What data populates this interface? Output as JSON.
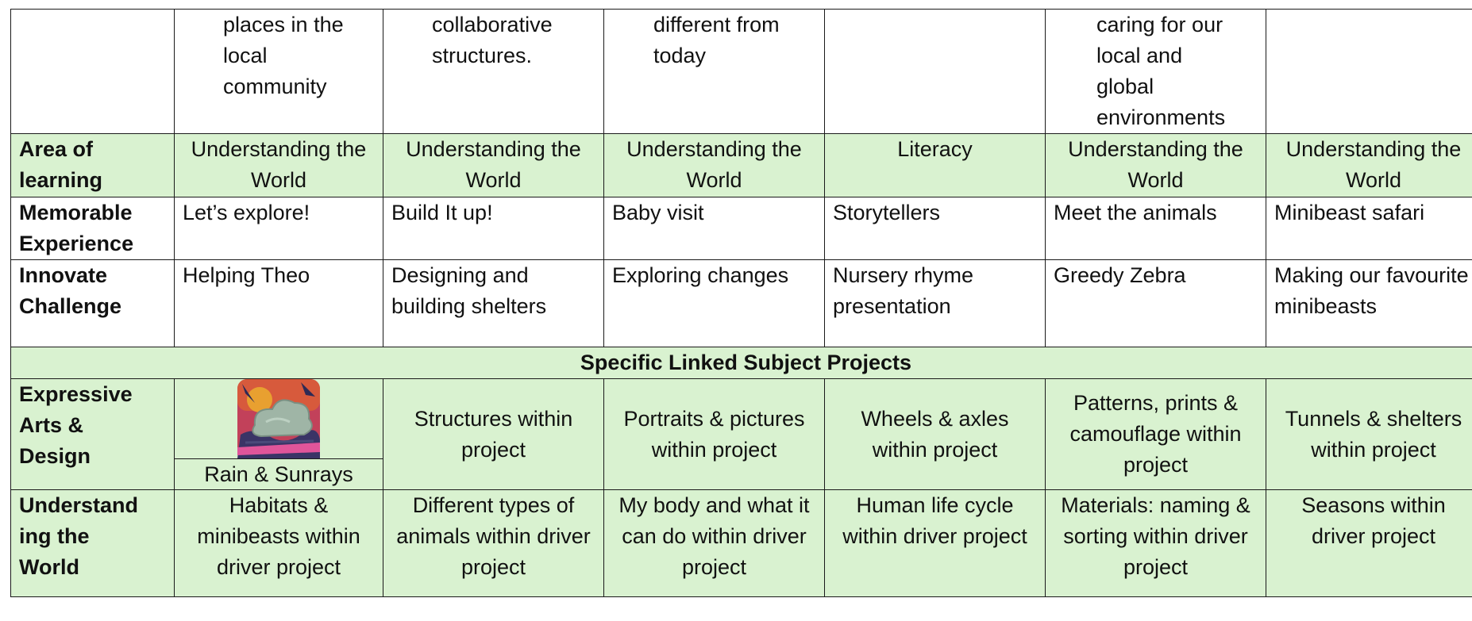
{
  "rows": {
    "top": {
      "c1": [
        "places in the",
        "local",
        "community"
      ],
      "c2": [
        "collaborative",
        "structures."
      ],
      "c3": [
        "different from",
        "today"
      ],
      "c4": [],
      "c5": [
        "caring for our",
        "local and",
        "global",
        "environments"
      ],
      "c6": []
    },
    "area": {
      "header": [
        "Area of",
        "learning"
      ],
      "cells": [
        "Understanding the World",
        "Understanding the World",
        "Understanding the World",
        "Literacy",
        "Understanding the World",
        "Understanding the World"
      ]
    },
    "memorable": {
      "header": [
        "Memorable",
        "Experience"
      ],
      "cells": [
        "Let’s explore!",
        "Build It up!",
        "Baby visit",
        "Storytellers",
        "Meet the animals",
        "Minibeast safari"
      ]
    },
    "innovate": {
      "header": [
        "Innovate",
        "Challenge"
      ],
      "cells": [
        "Helping Theo",
        "Designing and building shelters",
        "Exploring changes",
        "Nursery rhyme presentation",
        "Greedy Zebra",
        "Making our favourite minibeasts"
      ]
    },
    "linked_title": "Specific Linked Subject Projects",
    "expressive": {
      "header": [
        "Expressive",
        "Arts &",
        "Design"
      ],
      "image_caption": "Rain & Sunrays",
      "cells": [
        "Structures within project",
        "Portraits & pictures within project",
        "Wheels & axles within project",
        "Patterns, prints & camouflage within project",
        "Tunnels & shelters within project"
      ]
    },
    "understanding": {
      "header": [
        "Understand",
        "ing the",
        "World"
      ],
      "cells": [
        "Habitats & minibeasts within driver project",
        "Different types of animals within driver project",
        "My body and what it can do within driver project",
        "Human life cycle within driver project",
        "Materials: naming & sorting within driver project",
        "Seasons within driver project"
      ]
    }
  },
  "colors": {
    "green_fill": "#d9f2d0",
    "border": "#1a1a1a"
  },
  "icons": {
    "artwork": "rain-sunrays-artwork-icon"
  }
}
